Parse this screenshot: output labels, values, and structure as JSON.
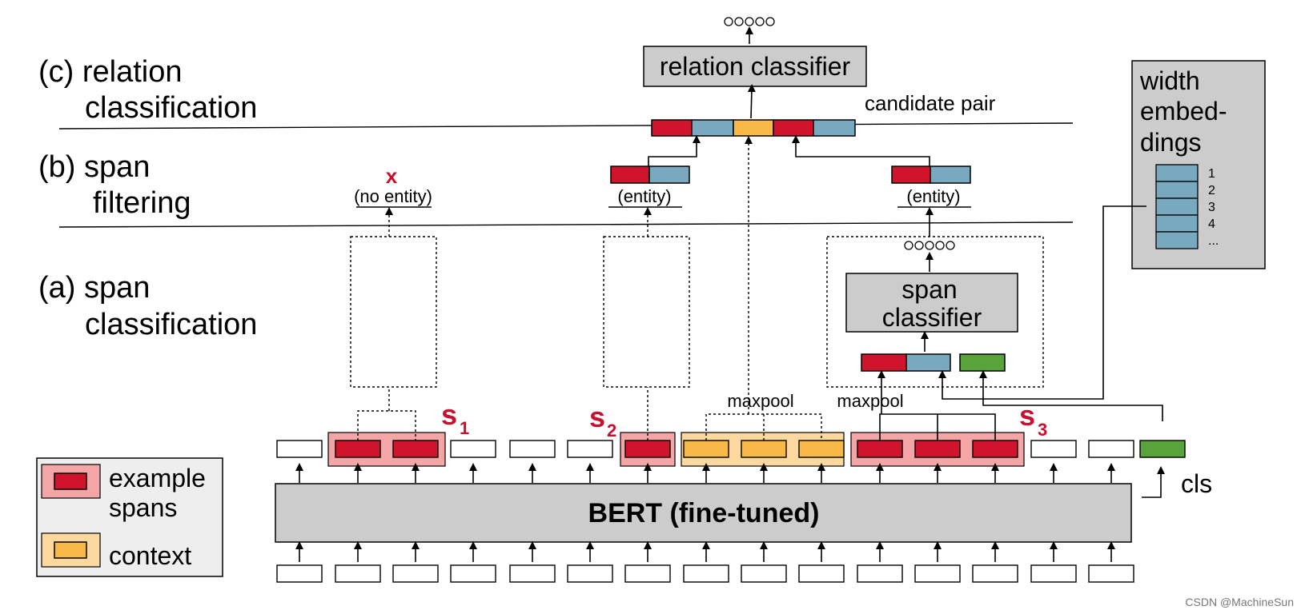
{
  "stages": {
    "c_line1": "(c) relation",
    "c_line2": "classification",
    "b_line1": "(b) span",
    "b_line2": "filtering",
    "a_line1": "(a) span",
    "a_line2": "classification"
  },
  "relation_classifier": "relation classifier",
  "candidate_pair": "candidate pair",
  "width_embeddings": {
    "line1": "width",
    "line2": "embed-",
    "line3": "dings",
    "indices": [
      "1",
      "2",
      "3",
      "4",
      "..."
    ]
  },
  "filter_labels": {
    "no_entity_mark": "x",
    "no_entity": "(no entity)",
    "entity_1": "(entity)",
    "entity_2": "(entity)"
  },
  "span_classifier": {
    "line1": "span",
    "line2": "classifier"
  },
  "maxpool_1": "maxpool",
  "maxpool_2": "maxpool",
  "spans": {
    "s1_letter": "s",
    "s1_sub": "1",
    "s2_letter": "s",
    "s2_sub": "2",
    "s3_letter": "s",
    "s3_sub": "3"
  },
  "bert": "BERT (fine-tuned)",
  "cls": "cls",
  "legend": {
    "example_line1": "example",
    "example_line2": "spans",
    "context": "context"
  },
  "watermark": "CSDN @MachineSun",
  "colors": {
    "entity_red": "#d0142c",
    "span_pink": "#f4a6a6",
    "width_blue": "#78a9be",
    "context_orange": "#f8b948",
    "context_light": "#fdd9a0",
    "cls_green": "#58a33a",
    "classifier_gray": "#cccccc",
    "panel_gray": "#eeeeee"
  }
}
